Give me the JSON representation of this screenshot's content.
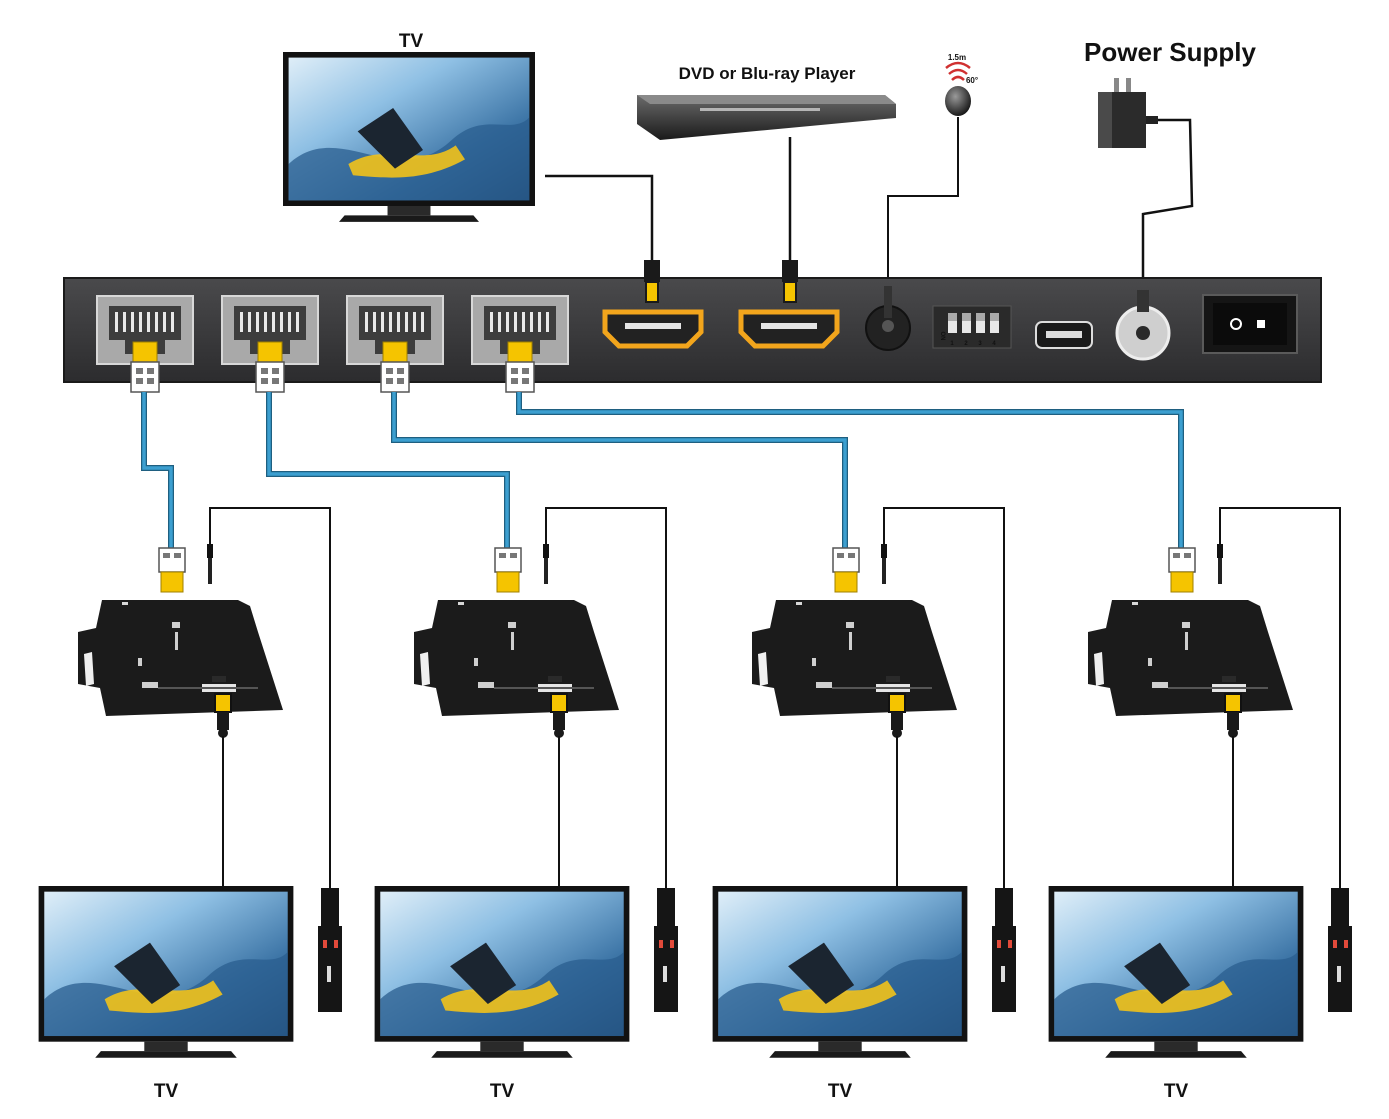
{
  "labels": {
    "top_tv": "TV",
    "dvd_player": "DVD or Blu-ray Player",
    "power_supply": "Power Supply",
    "ir_distance": "1.5m",
    "ir_angle": "60°",
    "dip_on": "ON",
    "dip_numbers": [
      "1",
      "2",
      "3",
      "4"
    ],
    "bottom_tvs": [
      "TV",
      "TV",
      "TV",
      "TV"
    ]
  },
  "colors": {
    "cat_cable": "#3c9fd0",
    "hdmi_port_ring": "#f2a51c",
    "rj45_connector": "#f5c400",
    "panel": "#3a3a3c",
    "device": "#1b1b1b",
    "tv_bezel": "#111111",
    "screen_sky": "#8fc0e4",
    "screen_wave": "#2a5d8f",
    "ir_waves": "#d03030"
  },
  "icons": {
    "ir_receiver": "ir-receiver-icon",
    "power_adapter": "power-adapter-icon",
    "rocker_switch": "power-switch-icon",
    "dip_switch": "dip-switch-icon"
  }
}
